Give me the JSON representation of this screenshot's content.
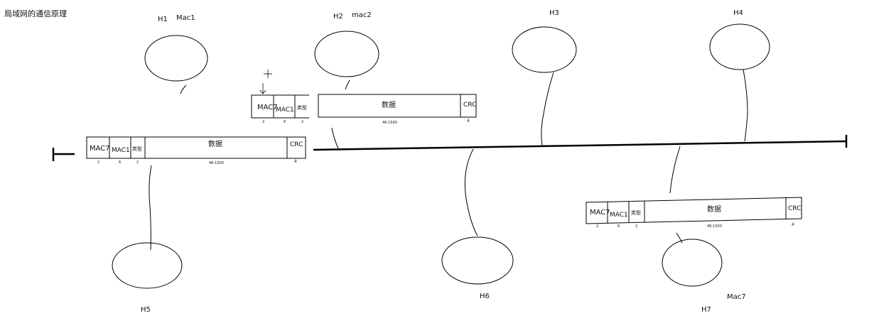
{
  "title": "局域网的通信原理",
  "hosts": {
    "h1": {
      "name": "H1",
      "mac": "Mac1"
    },
    "h2": {
      "name": "H2",
      "mac": "mac2"
    },
    "h3": {
      "name": "H3"
    },
    "h4": {
      "name": "H4"
    },
    "h5": {
      "name": "H5"
    },
    "h6": {
      "name": "H6"
    },
    "h7": {
      "name": "H7",
      "mac": "Mac7"
    }
  },
  "frame": {
    "dst": "MAC7",
    "src": "MAC1",
    "type": "类型",
    "data": "数据",
    "crc": "CRC",
    "size_dst": "2",
    "size_src": "6",
    "size_type": "2",
    "size_data": "46-1500",
    "size_crc": "4"
  }
}
